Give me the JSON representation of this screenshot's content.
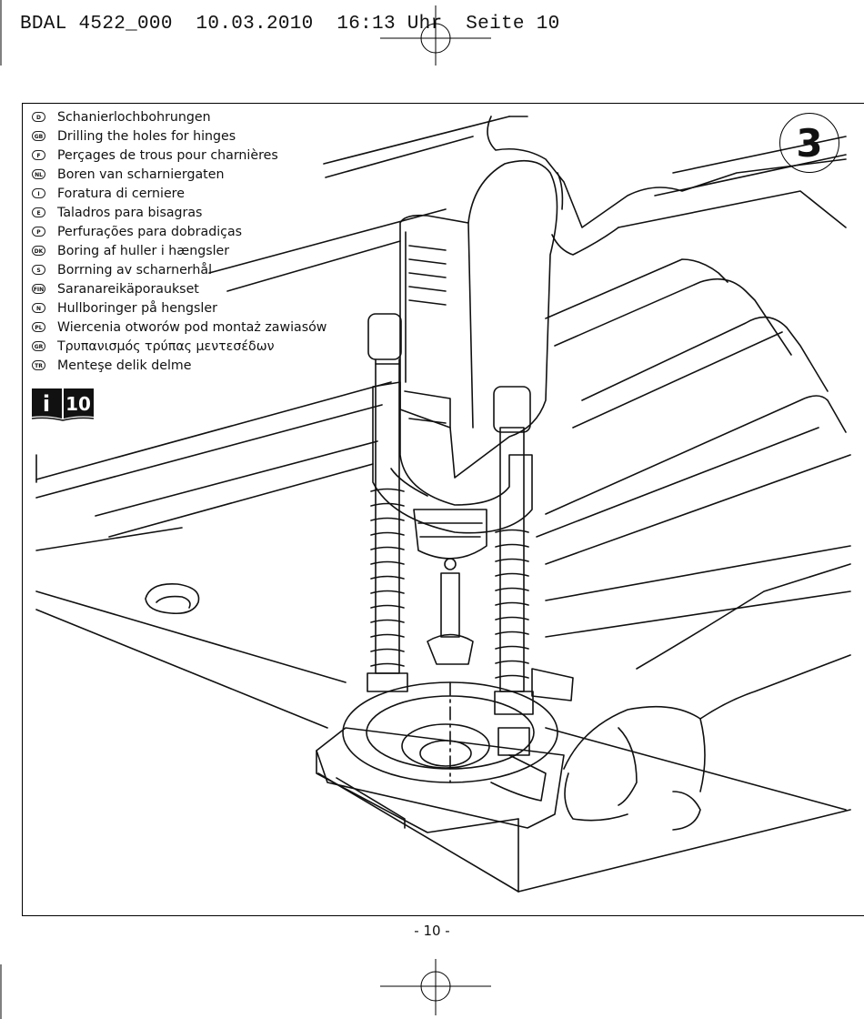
{
  "header": {
    "text": "BDAL 4522_000  10.03.2010  16:13 Uhr  Seite 10"
  },
  "languages": [
    {
      "code": "D",
      "text": "Schanierlochbohrungen"
    },
    {
      "code": "GB",
      "text": "Drilling the holes for hinges"
    },
    {
      "code": "F",
      "text": "Perçages de trous pour charnières"
    },
    {
      "code": "NL",
      "text": "Boren van scharniergaten"
    },
    {
      "code": "I",
      "text": "Foratura di cerniere"
    },
    {
      "code": "E",
      "text": "Taladros para bisagras"
    },
    {
      "code": "P",
      "text": "Perfurações para dobradiças"
    },
    {
      "code": "DK",
      "text": "Boring af huller i hængsler"
    },
    {
      "code": "S",
      "text": "Borrning av scharnerhål"
    },
    {
      "code": "FIN",
      "text": "Saranareikäporaukset"
    },
    {
      "code": "N",
      "text": "Hullboringer på hengsler"
    },
    {
      "code": "PL",
      "text": "Wiercenia otworów pod montaż zawiasów"
    },
    {
      "code": "GR",
      "text": "Τρυπανισμός τρύπας μεντεσέδων"
    },
    {
      "code": "TR",
      "text": "Menteşe delik delme"
    }
  ],
  "figure": {
    "number": "3"
  },
  "info_ref": {
    "letter": "i",
    "number": "10"
  },
  "footer": {
    "page": "- 10 -"
  }
}
